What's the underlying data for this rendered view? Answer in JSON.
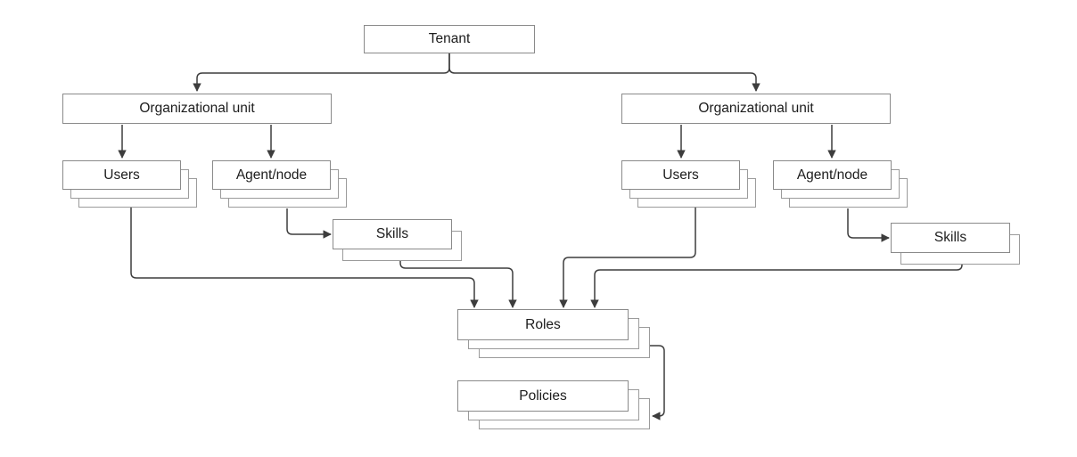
{
  "diagram": {
    "type": "hierarchy-flowchart",
    "nodes": {
      "tenant": "Tenant",
      "ou_left": "Organizational unit",
      "ou_right": "Organizational unit",
      "users_left": "Users",
      "agent_left": "Agent/node",
      "skills_left": "Skills",
      "users_right": "Users",
      "agent_right": "Agent/node",
      "skills_right": "Skills",
      "roles": "Roles",
      "policies": "Policies"
    },
    "edges": [
      "tenant -> ou_left",
      "tenant -> ou_right",
      "ou_left -> users_left",
      "ou_left -> agent_left",
      "ou_right -> users_right",
      "ou_right -> agent_right",
      "agent_left -> skills_left",
      "agent_right -> skills_right",
      "users_left -> roles",
      "skills_left -> roles",
      "users_right -> roles",
      "skills_right -> roles",
      "roles -> policies"
    ],
    "colors": {
      "background": "#ffffff",
      "box_fill": "#ffffff",
      "box_border": "#8a8a8a",
      "ghost_border": "#9b9b9b",
      "connector": "#3d3d3d",
      "text": "#1c1c1c"
    }
  }
}
